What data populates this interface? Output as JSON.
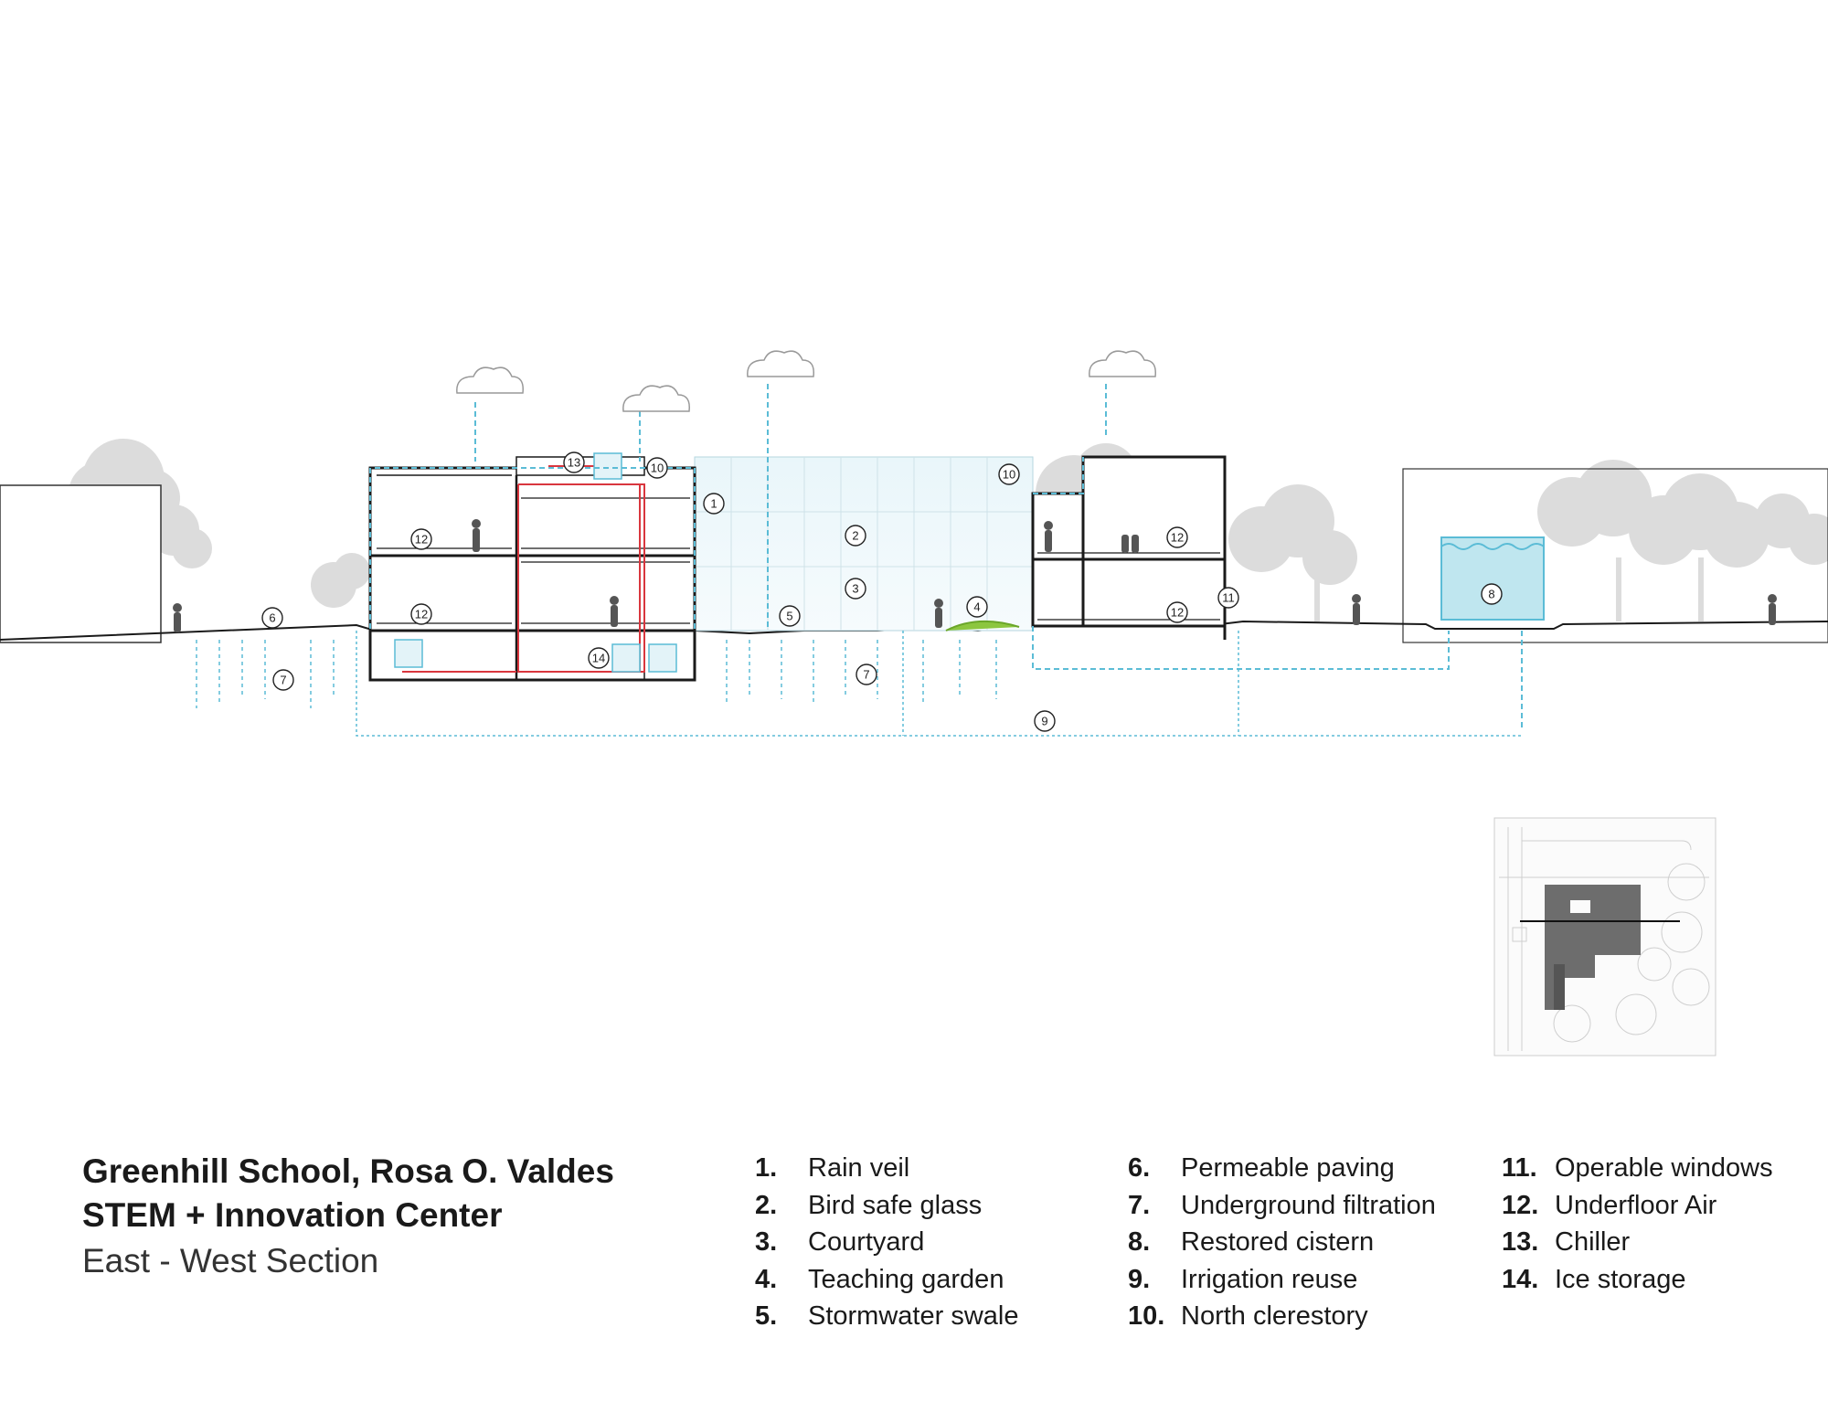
{
  "title": {
    "line1": "Greenhill School, Rosa O. Valdes",
    "line2": "STEM + Innovation Center",
    "subtitle": "East - West Section"
  },
  "legend": {
    "column1": [
      {
        "num": "1.",
        "label": "Rain veil"
      },
      {
        "num": "2.",
        "label": "Bird safe glass"
      },
      {
        "num": "3.",
        "label": "Courtyard"
      },
      {
        "num": "4.",
        "label": "Teaching garden"
      },
      {
        "num": "5.",
        "label": "Stormwater swale"
      }
    ],
    "column2": [
      {
        "num": "6.",
        "label": "Permeable paving"
      },
      {
        "num": "7.",
        "label": "Underground filtration"
      },
      {
        "num": "8.",
        "label": "Restored cistern"
      },
      {
        "num": "9.",
        "label": "Irrigation reuse"
      },
      {
        "num": "10.",
        "label": "North clerestory"
      }
    ],
    "column3": [
      {
        "num": "11.",
        "label": "Operable windows"
      },
      {
        "num": "12.",
        "label": "Underfloor Air"
      },
      {
        "num": "13.",
        "label": "Chiller"
      },
      {
        "num": "14.",
        "label": "Ice storage"
      }
    ]
  },
  "callouts": [
    "1",
    "2",
    "3",
    "4",
    "5",
    "6",
    "7",
    "7",
    "8",
    "9",
    "10",
    "10",
    "11",
    "12",
    "12",
    "12",
    "12",
    "13",
    "14"
  ],
  "colors": {
    "water": "#5bbcd6",
    "duct_red": "#d9363e",
    "tree_grey": "#d9d9d9",
    "building_line": "#1a1a1a",
    "cistern_fill": "#bfe6ef",
    "site_plan_building": "#6d6d6d"
  }
}
